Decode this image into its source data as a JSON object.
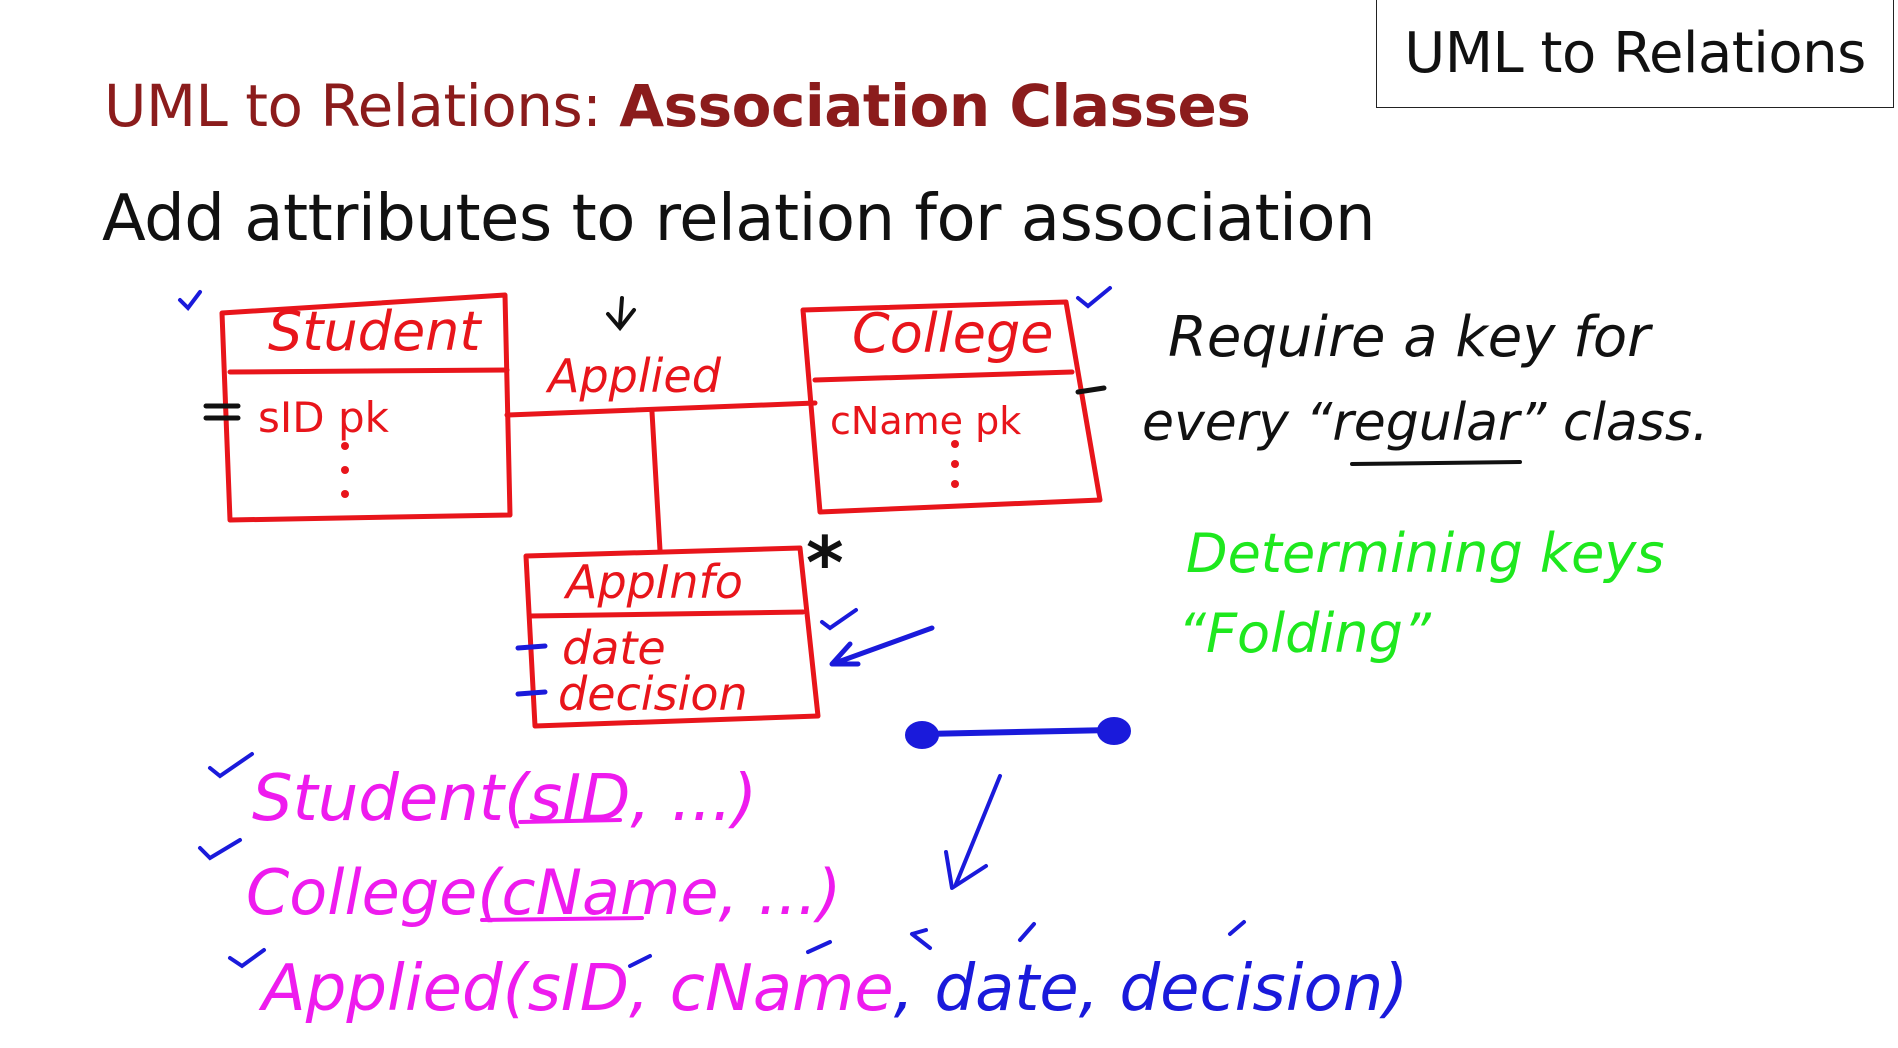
{
  "header": {
    "tag": "UML to Relations",
    "title_prefix": "UML to Relations: ",
    "title_bold": "Association Classes",
    "subtitle": "Add attributes to relation for association"
  },
  "diagram": {
    "student_class": {
      "name": "Student",
      "attr": "sID pk",
      "more": "⋮"
    },
    "college_class": {
      "name": "College",
      "attr": "cName pk",
      "more": "⋮"
    },
    "association": {
      "label": "Applied"
    },
    "assoc_class": {
      "name": "AppInfo",
      "attrs": [
        "date",
        "decision"
      ]
    },
    "star": "*"
  },
  "notes": {
    "line1": "Require a key for",
    "line2_a": "every “",
    "line2_b": "regular",
    "line2_c": "” class.",
    "green1": "Determining keys",
    "green2": "“Folding”"
  },
  "relations": {
    "student": "Student(sID, ...)",
    "college": "College(cName, ...)",
    "applied_prefix": "Applied(sID, cName",
    "applied_suffix": ", date, decision)"
  },
  "colors": {
    "title": "#8b1c1c",
    "red_ink": "#e8151b",
    "blue_ink": "#1a1adb",
    "magenta_ink": "#ee1bee",
    "green_ink": "#1ee81e",
    "black_ink": "#111111"
  }
}
